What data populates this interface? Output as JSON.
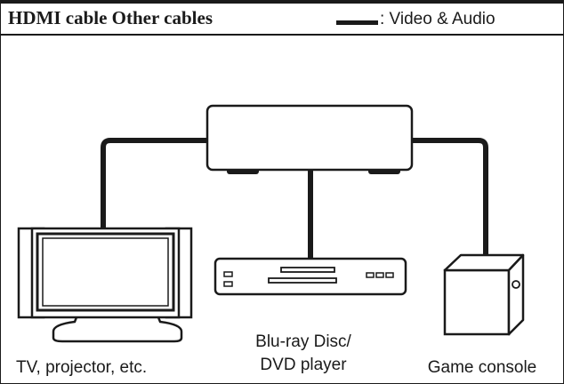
{
  "header": {
    "title": "HDMI cable Other cables",
    "legend_label": ": Video & Audio"
  },
  "devices": {
    "tv": "TV, projector, etc.",
    "bluray_line1": "Blu-ray Disc/",
    "bluray_line2": "DVD player",
    "game": "Game console"
  },
  "colors": {
    "ink": "#1a1a1a",
    "background": "#ffffff"
  }
}
